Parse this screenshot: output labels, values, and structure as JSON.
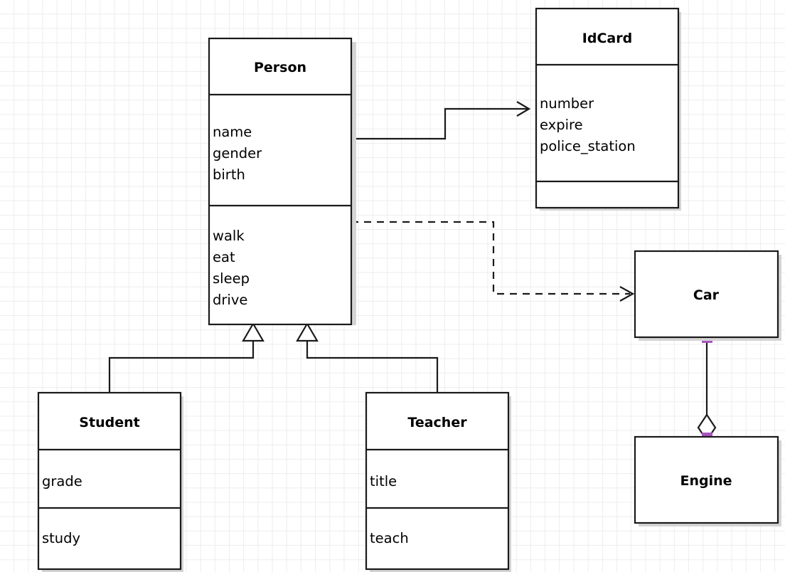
{
  "diagram": {
    "kind": "uml-class-diagram",
    "background": {
      "grid": true,
      "grid_color": "#ededed",
      "page_color": "#ffffff"
    },
    "style": {
      "border_color": "#1a1a1a",
      "fill_color": "#ffffff",
      "shadow_color": "#d4d4d4",
      "handle_color": "#a855c0"
    },
    "classes": [
      {
        "id": "person",
        "name": "Person",
        "attributes": [
          "name",
          "gender",
          "birth"
        ],
        "methods": [
          "walk",
          "eat",
          "sleep",
          "drive"
        ]
      },
      {
        "id": "idcard",
        "name": "IdCard",
        "attributes": [
          "number",
          "expire",
          "police_station"
        ],
        "methods": []
      },
      {
        "id": "student",
        "name": "Student",
        "attributes": [
          "grade"
        ],
        "methods": [
          "study"
        ]
      },
      {
        "id": "teacher",
        "name": "Teacher",
        "attributes": [
          "title"
        ],
        "methods": [
          "teach"
        ]
      },
      {
        "id": "car",
        "name": "Car",
        "attributes": [],
        "methods": []
      },
      {
        "id": "engine",
        "name": "Engine",
        "attributes": [],
        "methods": []
      }
    ],
    "relations": [
      {
        "id": "person-idcard",
        "type": "association",
        "line": "solid",
        "arrowhead": "open",
        "source": "Person",
        "target": "IdCard"
      },
      {
        "id": "person-car",
        "type": "dependency",
        "line": "dashed",
        "arrowhead": "open",
        "source": "Person",
        "target": "Car"
      },
      {
        "id": "student-person",
        "type": "generalization",
        "line": "solid",
        "arrowhead": "hollow-triangle",
        "source": "Student",
        "target": "Person"
      },
      {
        "id": "teacher-person",
        "type": "generalization",
        "line": "solid",
        "arrowhead": "hollow-triangle",
        "source": "Teacher",
        "target": "Person"
      },
      {
        "id": "car-engine",
        "type": "aggregation",
        "line": "solid",
        "arrowhead": "hollow-diamond",
        "source": "Car",
        "target": "Engine",
        "selected": true
      }
    ]
  }
}
